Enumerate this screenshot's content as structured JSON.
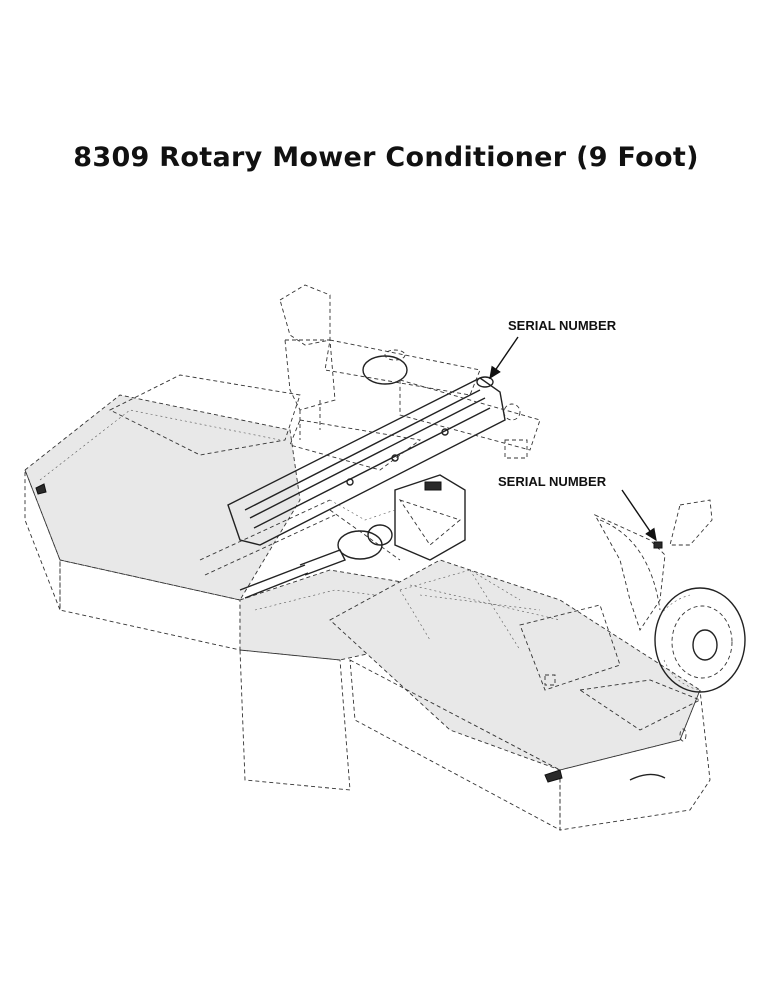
{
  "title": "8309 Rotary Mower Conditioner (9 Foot)",
  "callouts": [
    {
      "label": "SERIAL NUMBER"
    },
    {
      "label": "SERIAL NUMBER"
    }
  ]
}
